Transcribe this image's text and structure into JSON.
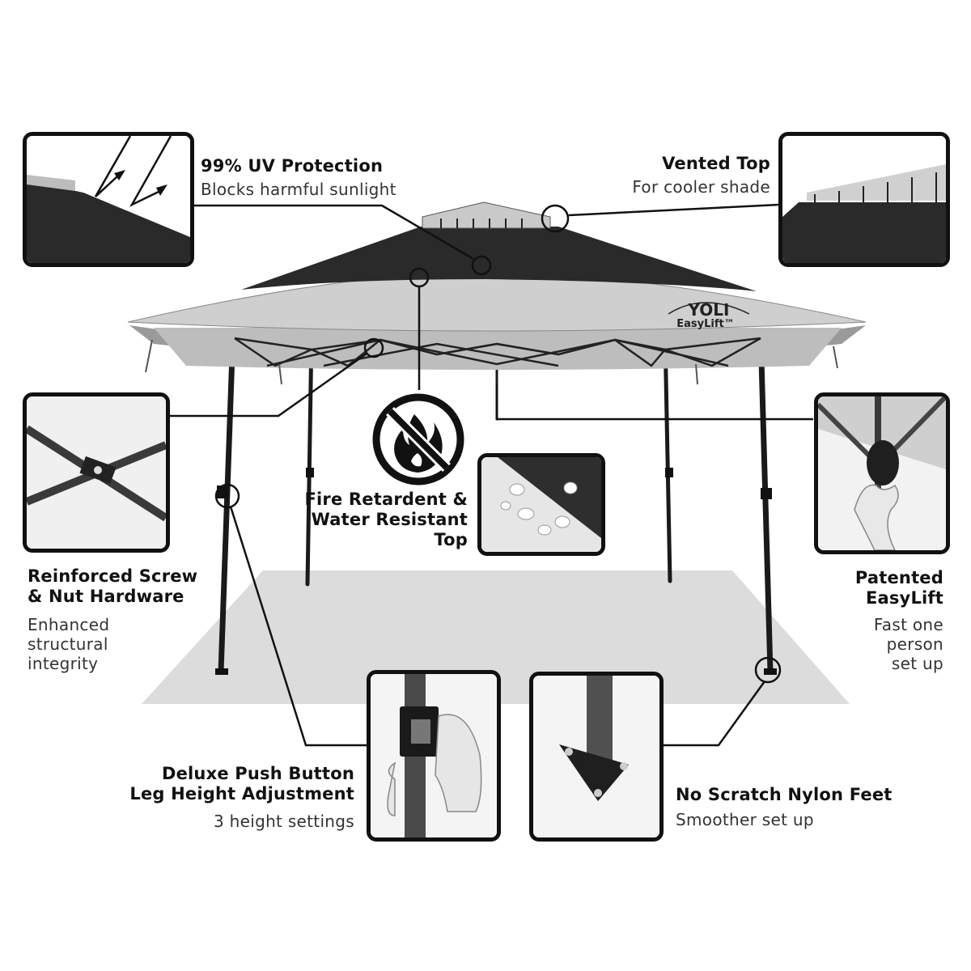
{
  "brand": {
    "logo_text": "YOLI",
    "logo_sub": "EasyLift™"
  },
  "features": {
    "uv": {
      "title": "99% UV Protection",
      "subtitle": "Blocks harmful sunlight"
    },
    "vented": {
      "title": "Vented Top",
      "subtitle": "For cooler shade"
    },
    "hardware": {
      "title_line1": "Reinforced Screw",
      "title_line2": "& Nut Hardware",
      "sub_line1": "Enhanced",
      "sub_line2": "structural",
      "sub_line3": "integrity"
    },
    "fire": {
      "line1": "Fire Retardent &",
      "line2": "Water Resistant",
      "line3": "Top"
    },
    "easylift": {
      "title_line1": "Patented",
      "title_line2": "EasyLift",
      "sub_line1": "Fast one",
      "sub_line2": "person",
      "sub_line3": "set up"
    },
    "leg": {
      "title_line1": "Deluxe Push Button",
      "title_line2": "Leg Height Adjustment",
      "subtitle": "3 height settings"
    },
    "feet": {
      "title": "No Scratch Nylon Feet",
      "subtitle": "Smoother set up"
    }
  },
  "colors": {
    "ink": "#111111",
    "canopy_dark": "#2a2a2a",
    "canopy_light": "#c8c8c8",
    "ground": "#dcdcdc"
  },
  "icons": [
    "no-fire-icon",
    "uv-arrow-icon",
    "water-drop-icon",
    "hand-icon"
  ]
}
